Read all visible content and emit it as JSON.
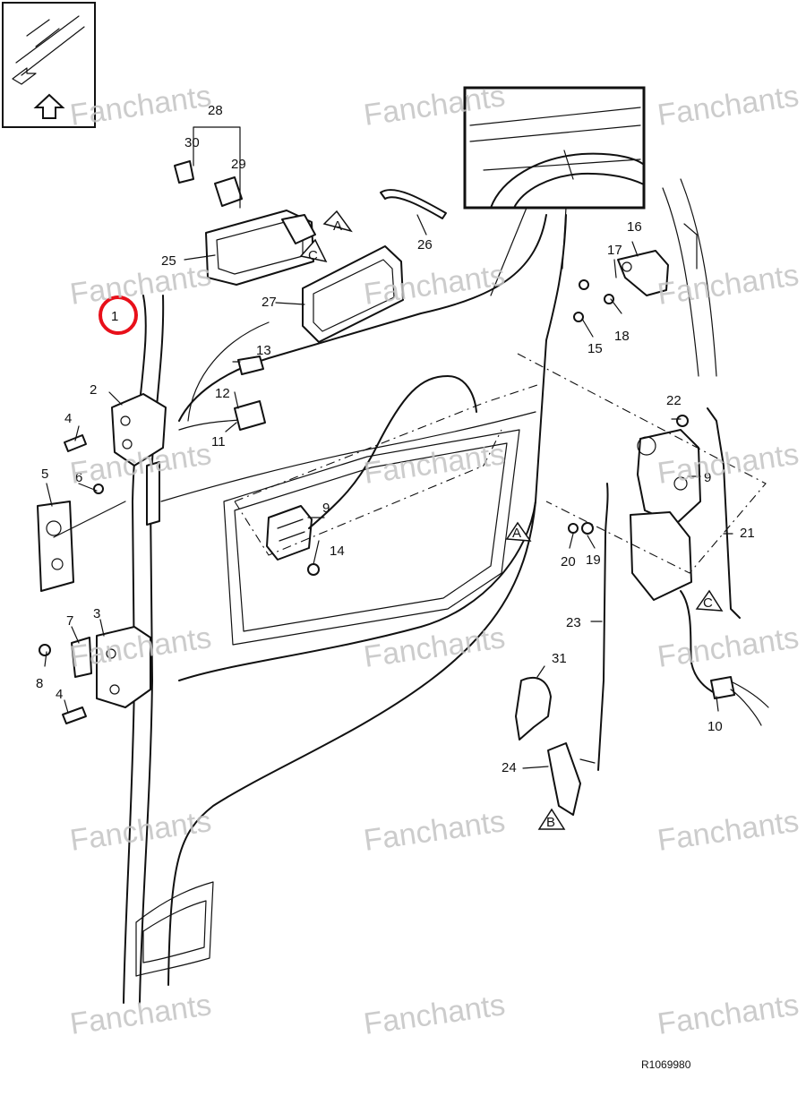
{
  "watermark": "Fanchants",
  "reference_code": "R1069980",
  "callout_numbers": [
    "1",
    "2",
    "3",
    "4",
    "4",
    "5",
    "6",
    "7",
    "8",
    "9",
    "9",
    "10",
    "11",
    "12",
    "13",
    "14",
    "15",
    "16",
    "17",
    "18",
    "19",
    "20",
    "21",
    "22",
    "23",
    "24",
    "25",
    "26",
    "27",
    "28",
    "29",
    "30",
    "31"
  ],
  "section_markers": [
    "A",
    "A",
    "B",
    "C",
    "C"
  ],
  "highlight_color": "#e8101a"
}
